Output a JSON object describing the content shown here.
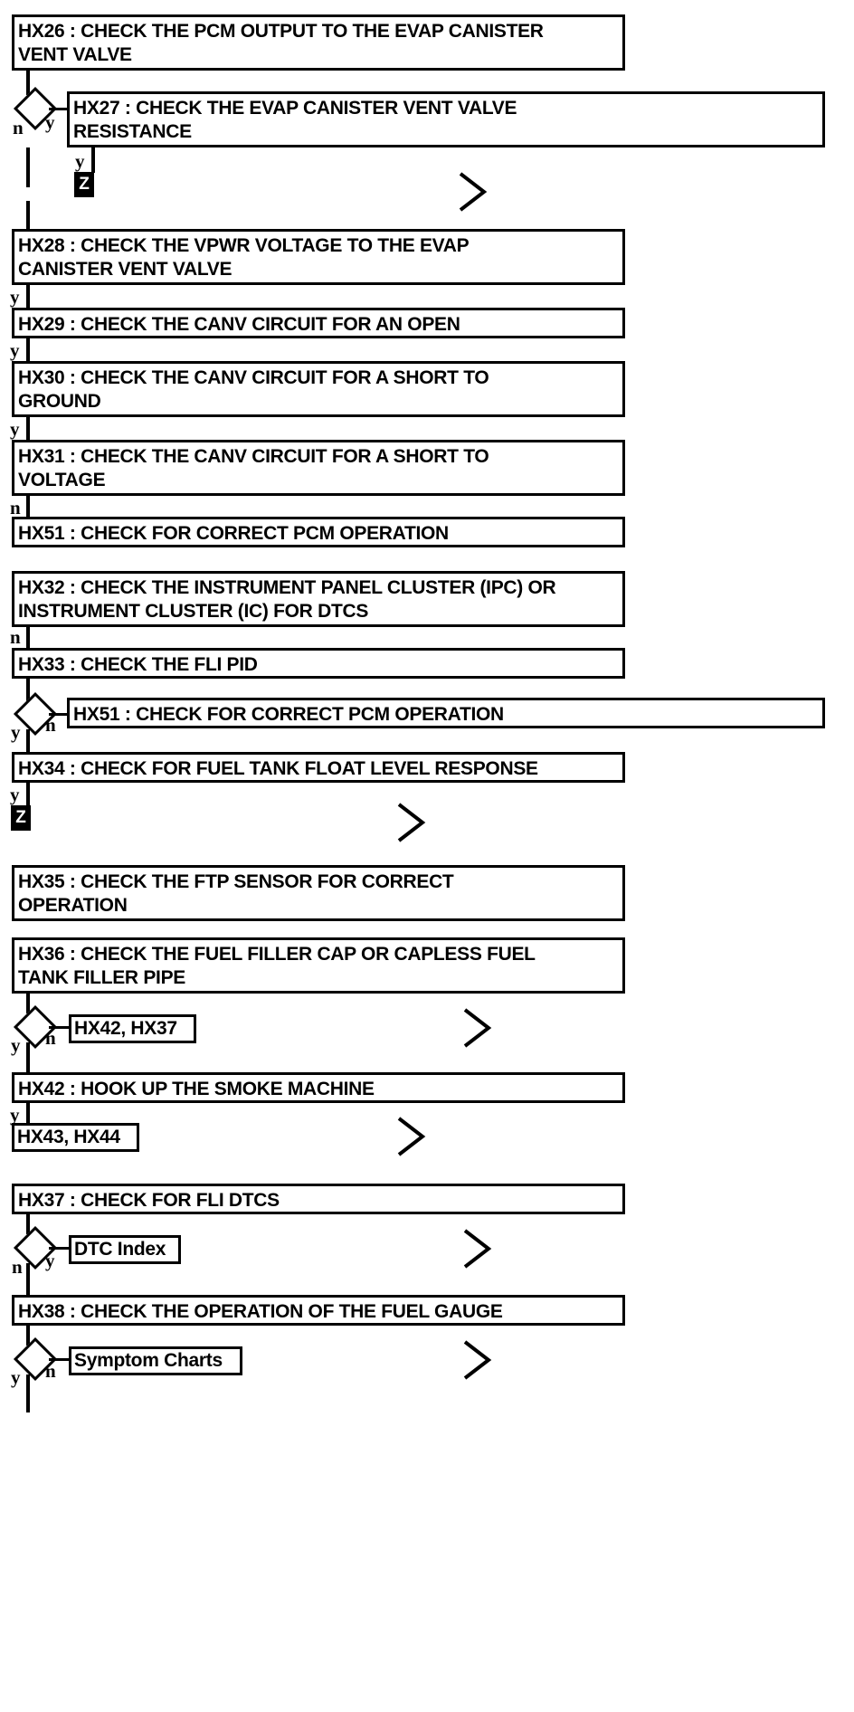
{
  "diagram": {
    "title": "EVAP / Fuel Level Diagnostic Flowchart HX26-HX38",
    "colors": {
      "stroke": "#000000",
      "fill": "#ffffff",
      "tag_fill": "#000000",
      "tag_text": "#ffffff"
    },
    "steps": [
      {
        "id": "hx26",
        "text": "HX26 : CHECK THE PCM OUTPUT TO THE EVAP CANISTER\nVENT VALVE"
      },
      {
        "id": "hx27",
        "text": "HX27 : CHECK THE EVAP CANISTER VENT VALVE\nRESISTANCE"
      },
      {
        "id": "hx28",
        "text": "HX28 : CHECK THE VPWR VOLTAGE TO THE EVAP\nCANISTER VENT VALVE"
      },
      {
        "id": "hx29",
        "text": "HX29 : CHECK THE CANV CIRCUIT FOR AN OPEN"
      },
      {
        "id": "hx30",
        "text": "HX30 : CHECK THE CANV CIRCUIT FOR A SHORT TO\nGROUND"
      },
      {
        "id": "hx31",
        "text": "HX31 : CHECK THE CANV CIRCUIT FOR A SHORT TO\nVOLTAGE"
      },
      {
        "id": "hx51a",
        "text": "HX51 : CHECK FOR CORRECT PCM OPERATION"
      },
      {
        "id": "hx32",
        "text": "HX32 : CHECK THE INSTRUMENT PANEL CLUSTER (IPC) OR\nINSTRUMENT CLUSTER (IC) FOR DTCS"
      },
      {
        "id": "hx33",
        "text": "HX33 : CHECK THE FLI PID"
      },
      {
        "id": "hx51b",
        "text": "HX51 : CHECK FOR CORRECT PCM OPERATION"
      },
      {
        "id": "hx34",
        "text": "HX34 : CHECK FOR FUEL TANK FLOAT LEVEL RESPONSE"
      },
      {
        "id": "hx35",
        "text": "HX35 : CHECK THE FTP SENSOR FOR CORRECT\nOPERATION"
      },
      {
        "id": "hx36",
        "text": "HX36 : CHECK THE FUEL FILLER CAP OR CAPLESS FUEL\nTANK FILLER PIPE"
      },
      {
        "id": "hx42",
        "text": "HX42 : HOOK UP THE SMOKE MACHINE"
      },
      {
        "id": "hx37",
        "text": "HX37 : CHECK FOR FLI DTCS"
      },
      {
        "id": "hx38",
        "text": "HX38 : CHECK THE OPERATION OF THE FUEL GAUGE"
      }
    ],
    "references": [
      {
        "id": "ref_hx42_hx37",
        "text": "HX42, HX37"
      },
      {
        "id": "ref_hx43_hx44",
        "text": "HX43, HX44"
      },
      {
        "id": "ref_dtc_index",
        "text": "DTC Index"
      },
      {
        "id": "ref_symptom_charts",
        "text": "Symptom Charts"
      }
    ],
    "offpage_tags": [
      {
        "id": "tag_z_top",
        "text": "Z"
      },
      {
        "id": "tag_z_mid",
        "text": "Z"
      }
    ],
    "branch_labels": {
      "yes": "y",
      "no": "n"
    },
    "edges": [
      {
        "from": "hx26",
        "to": "decision-1",
        "label": ""
      },
      {
        "from": "decision-1",
        "to": "hx27",
        "label": "y"
      },
      {
        "from": "decision-1",
        "to": "hx28",
        "label": "n"
      },
      {
        "from": "hx27",
        "to": "tag_z_top",
        "label": "y"
      },
      {
        "from": "hx28",
        "to": "hx29",
        "label": "y"
      },
      {
        "from": "hx29",
        "to": "hx30",
        "label": "y"
      },
      {
        "from": "hx30",
        "to": "hx31",
        "label": "y"
      },
      {
        "from": "hx31",
        "to": "hx51a",
        "label": "n"
      },
      {
        "from": "hx32",
        "to": "hx33",
        "label": "n"
      },
      {
        "from": "hx33",
        "to": "decision-2",
        "label": ""
      },
      {
        "from": "decision-2",
        "to": "hx51b",
        "label": "n"
      },
      {
        "from": "decision-2",
        "to": "hx34",
        "label": "y"
      },
      {
        "from": "hx34",
        "to": "tag_z_mid",
        "label": "y"
      },
      {
        "from": "hx36",
        "to": "decision-3",
        "label": ""
      },
      {
        "from": "decision-3",
        "to": "ref_hx42_hx37",
        "label": "n"
      },
      {
        "from": "decision-3",
        "to": "hx42",
        "label": "y"
      },
      {
        "from": "hx42",
        "to": "ref_hx43_hx44",
        "label": "y"
      },
      {
        "from": "hx37",
        "to": "decision-4",
        "label": ""
      },
      {
        "from": "decision-4",
        "to": "ref_dtc_index",
        "label": "y"
      },
      {
        "from": "decision-4",
        "to": "hx38",
        "label": "n"
      },
      {
        "from": "hx38",
        "to": "decision-5",
        "label": ""
      },
      {
        "from": "decision-5",
        "to": "ref_symptom_charts",
        "label": "n"
      }
    ],
    "goto_markers": [
      {
        "id": "chevron-1"
      },
      {
        "id": "chevron-2"
      },
      {
        "id": "chevron-3"
      },
      {
        "id": "chevron-4"
      },
      {
        "id": "chevron-5"
      },
      {
        "id": "chevron-6"
      }
    ]
  }
}
